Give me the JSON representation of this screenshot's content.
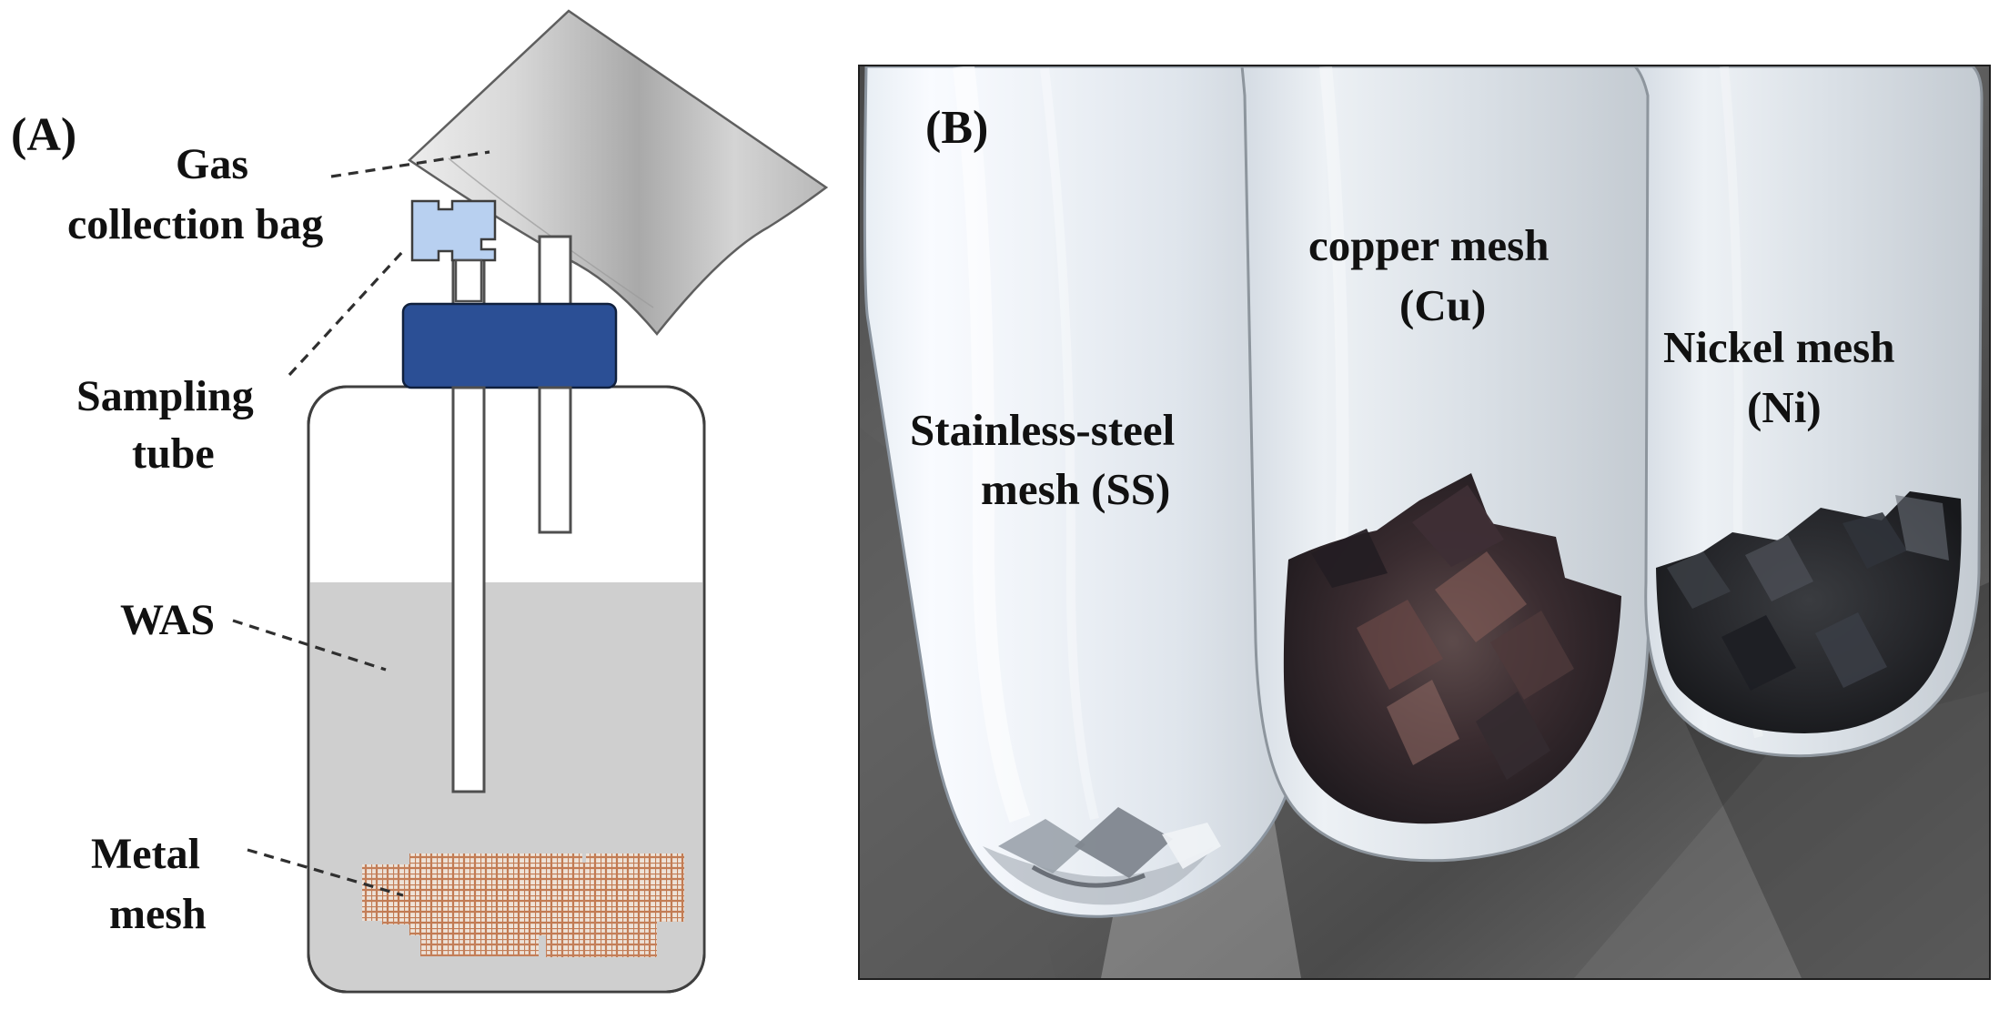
{
  "panel_a": {
    "label": "(A)",
    "gas_bag_label_line1": "Gas",
    "gas_bag_label_line2": "collection bag",
    "sampling_label_line1": "Sampling",
    "sampling_label_line2": "tube",
    "was_label": "WAS",
    "metal_label_line1": "Metal",
    "metal_label_line2": "mesh"
  },
  "panel_b": {
    "label": "(B)",
    "ss_label_line1": "Stainless-steel",
    "ss_label_line2": "mesh (SS)",
    "cu_label_line1": "copper mesh",
    "cu_label_line2": "(Cu)",
    "ni_label_line1": "Nickel mesh",
    "ni_label_line2": "(Ni)"
  },
  "colors": {
    "cap_blue": "#2b4f95",
    "valve_blue": "#b8d0f0",
    "liquid_gray": "#cfcfcf",
    "mesh_copper": "#c27a52",
    "bag_gray": "#bdbdbd"
  }
}
